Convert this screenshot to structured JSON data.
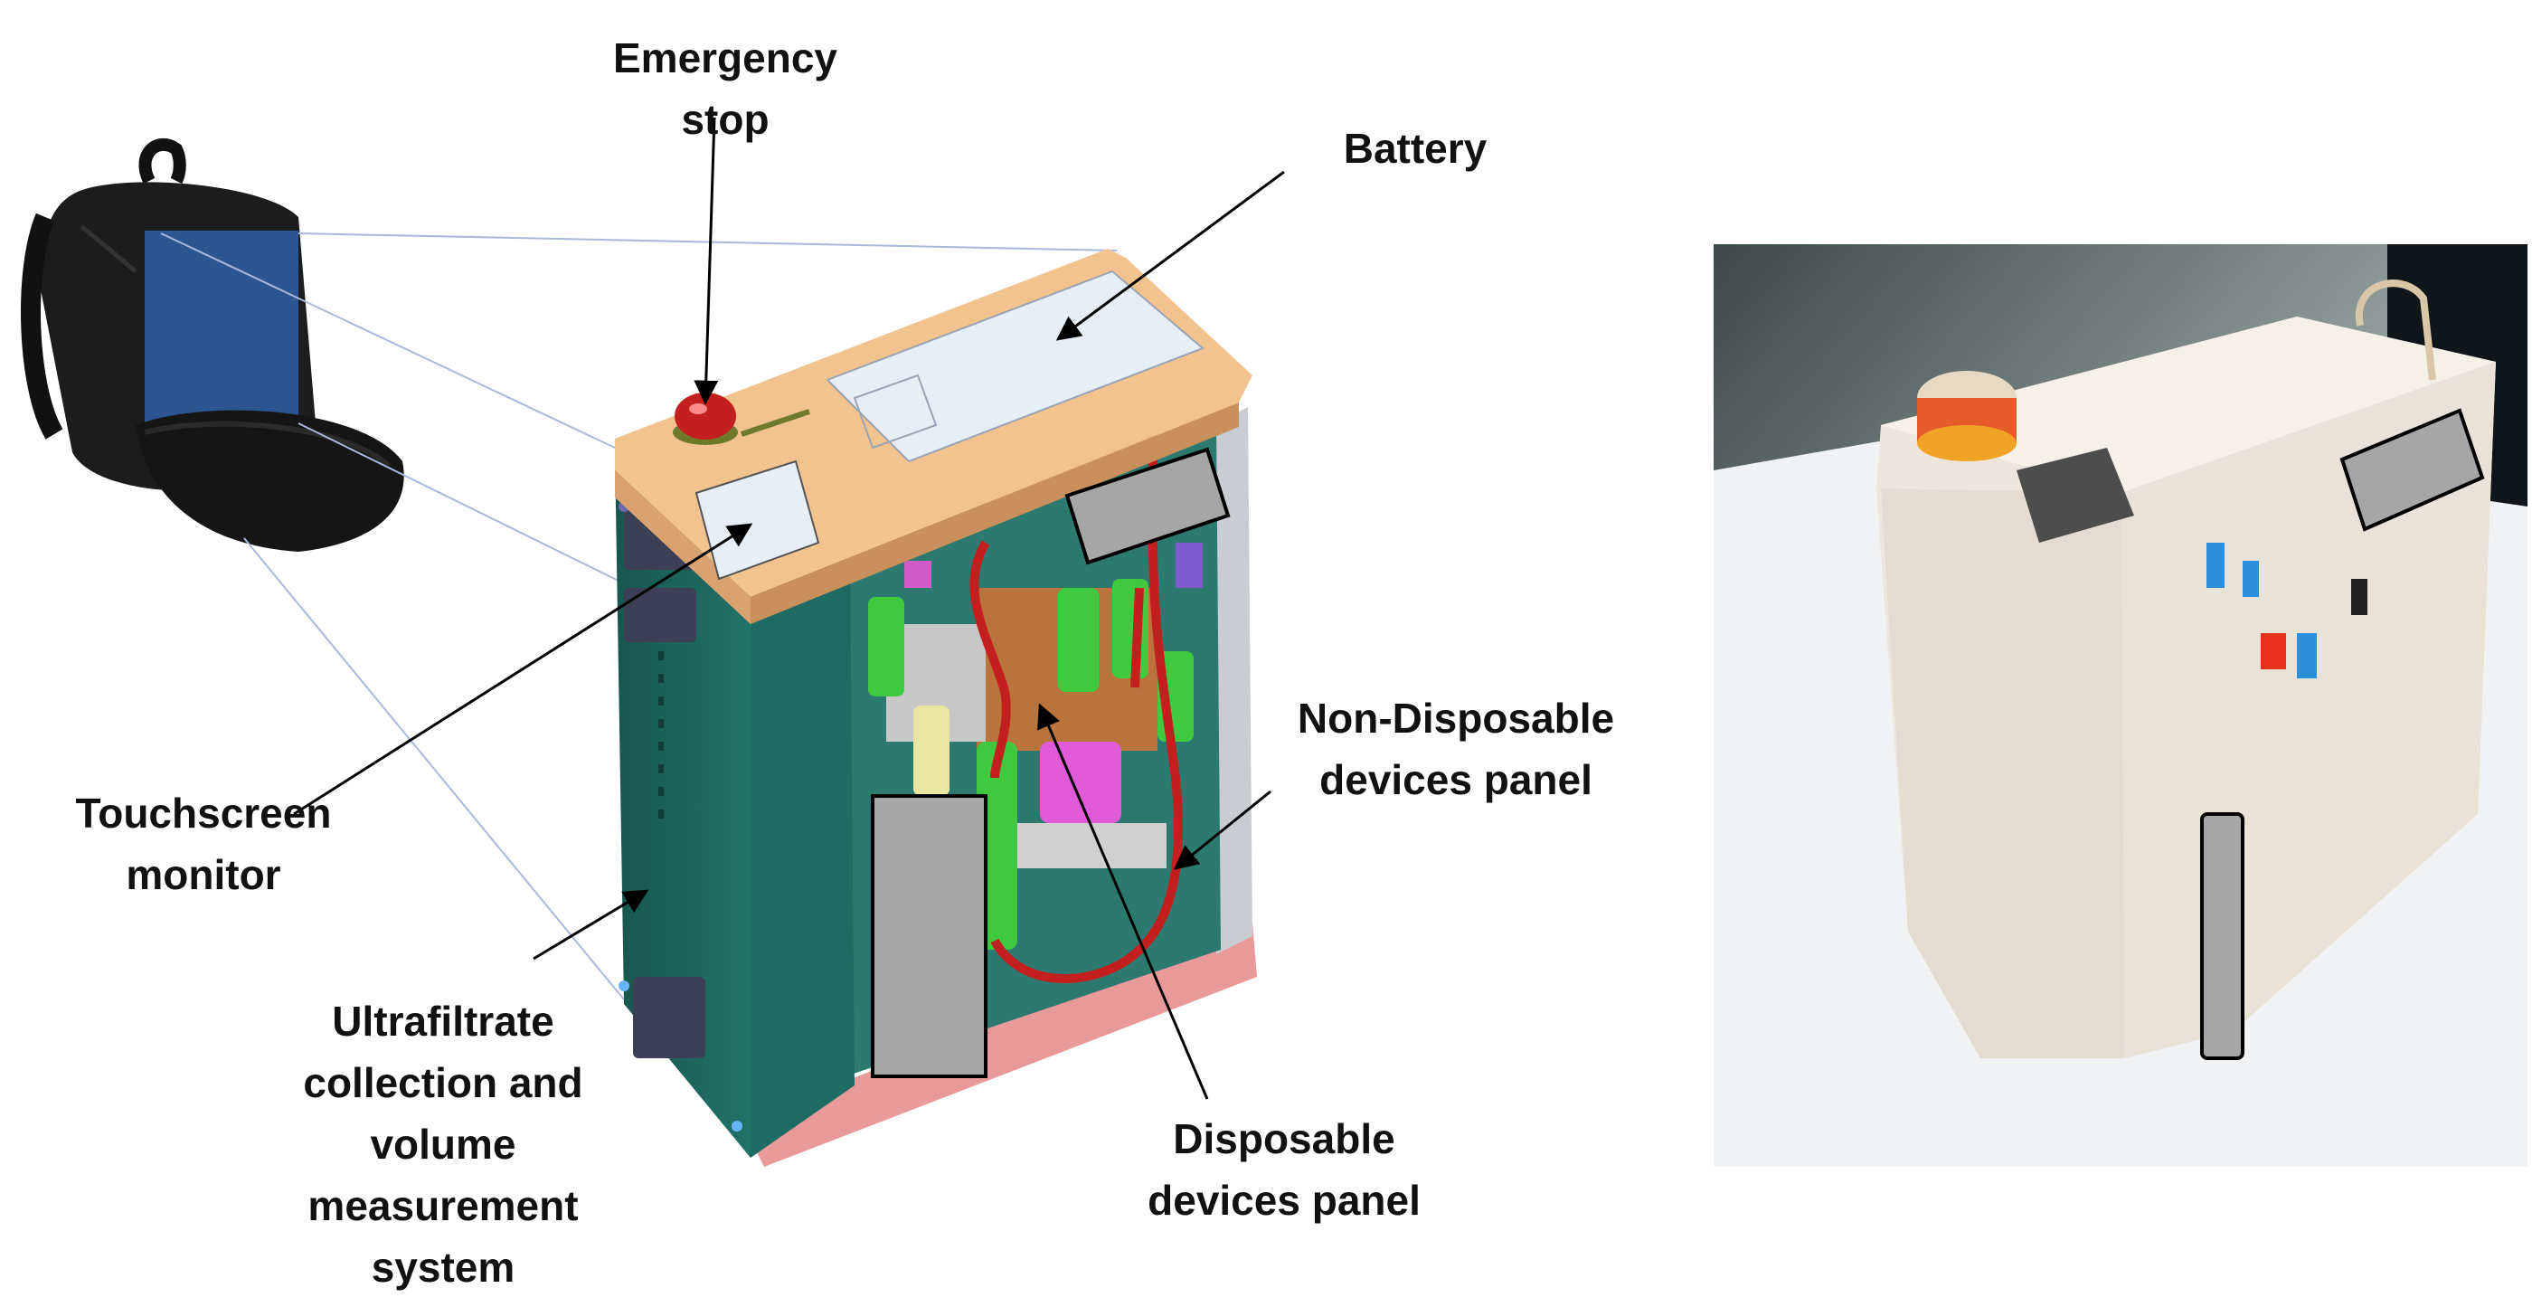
{
  "colors": {
    "device_body": "#1e6b63",
    "device_top": "#f2c28f",
    "disposable_base": "#e89a9a",
    "tubing": "#c41f1f",
    "pump": "#3fc93f",
    "battery": "#e8eef8",
    "redaction": "#a6a6a6",
    "photo_body": "#ece6dc",
    "backpack": "#1c1c1c",
    "screen_highlight": "#2f5fa6"
  },
  "icons": {
    "emergency_stop": "red-mushroom-button-icon",
    "backpack": "backpack-icon"
  },
  "labels": {
    "emergency_stop": [
      "Emergency",
      "stop"
    ],
    "battery": [
      "Battery"
    ],
    "touchscreen": [
      "Touchscreen",
      "monitor"
    ],
    "non_disposable": [
      "Non-Disposable",
      "devices panel"
    ],
    "ultrafiltrate": [
      "Ultrafiltrate",
      "collection and",
      "volume",
      "measurement",
      "system"
    ],
    "disposable": [
      "Disposable",
      "devices panel"
    ]
  }
}
